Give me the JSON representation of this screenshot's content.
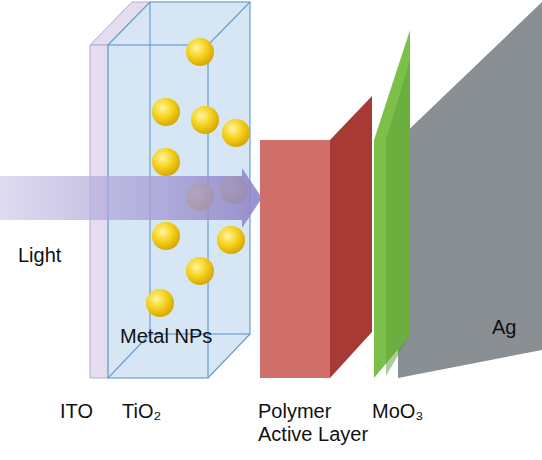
{
  "diagram": {
    "labels": [
      "Light",
      "Metal NPs",
      "ITO",
      "TiO₂",
      "Polymer Active Layer",
      "MoO₃",
      "Ag"
    ]
  }
}
